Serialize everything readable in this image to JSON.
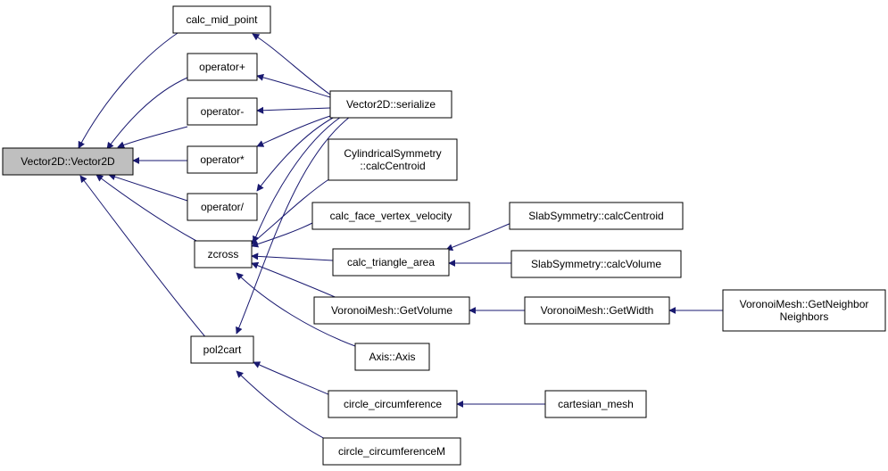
{
  "colors": {
    "edge": "#191970",
    "node_border": "#000000",
    "node_fill": "#ffffff",
    "root_fill": "#bfbfbf"
  },
  "nodes": {
    "vector2d": [
      "Vector2D::Vector2D"
    ],
    "calc_mid_point": [
      "calc_mid_point"
    ],
    "op_plus": [
      "operator+"
    ],
    "op_minus": [
      "operator-"
    ],
    "op_mul": [
      "operator*"
    ],
    "op_div": [
      "operator/"
    ],
    "zcross": [
      "zcross"
    ],
    "pol2cart": [
      "pol2cart"
    ],
    "serialize": [
      "Vector2D::serialize"
    ],
    "cyl_centroid": [
      "CylindricalSymmetry",
      "::calcCentroid"
    ],
    "face_vertex": [
      "calc_face_vertex_velocity"
    ],
    "tri_area": [
      "calc_triangle_area"
    ],
    "vm_volume": [
      "VoronoiMesh::GetVolume"
    ],
    "axis": [
      "Axis::Axis"
    ],
    "circle_circ": [
      "circle_circumference"
    ],
    "circle_circ_m": [
      "circle_circumferenceM"
    ],
    "slab_centroid": [
      "SlabSymmetry::calcCentroid"
    ],
    "slab_volume": [
      "SlabSymmetry::calcVolume"
    ],
    "vm_width": [
      "VoronoiMesh::GetWidth"
    ],
    "cart_mesh": [
      "cartesian_mesh"
    ],
    "vm_neighbors": [
      "VoronoiMesh::GetNeighbor",
      "Neighbors"
    ]
  }
}
